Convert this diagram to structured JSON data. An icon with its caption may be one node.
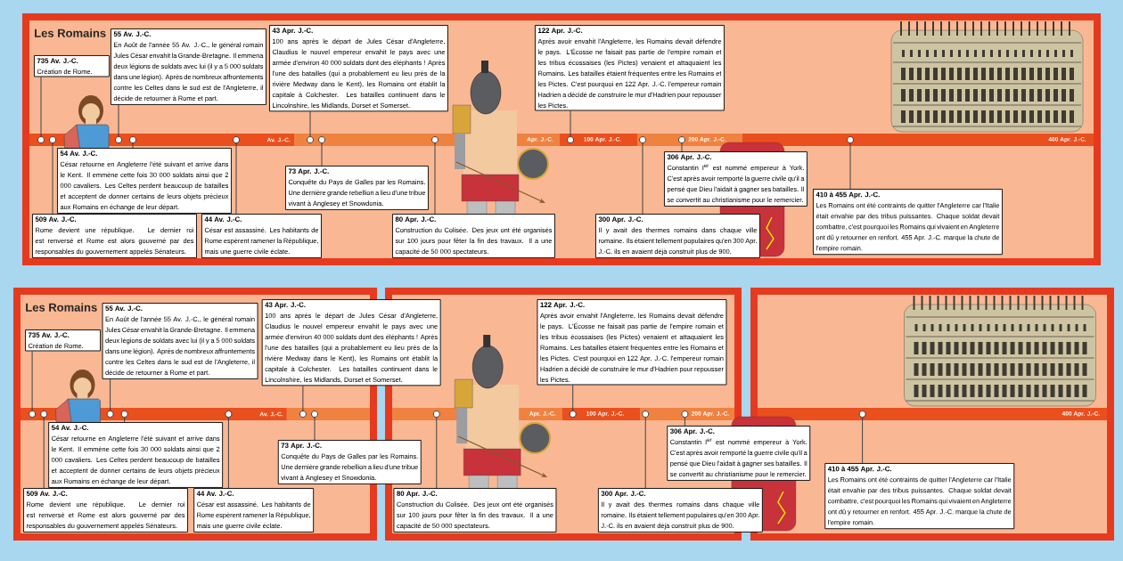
{
  "diagram": {
    "nodes": [
      {
        "text": [
          "735 Av. J.-C.",
          "Création de Rome."
        ]
      },
      {
        "text": [
          "55 Av. J.-C.",
          "En Août de l'année 55 Av. J.-C., le général romain Jules César envahit la Grande-Bretagne. Il emmena deux légions de soldats avec lui (il y a 5 000 soldats dans une légion). Après de nombreux affrontements contre les Celtes dans le sud est de l'Angleterre, il décide de retourner à Rome et part."
        ]
      },
      {
        "text": [
          "54 Av. J.-C.",
          "César retourne en Angleterre l'été suivant et arrive dans le Kent. Il emmène cette fois 30 000 soldats ainsi que 2 000 cavaliers. Les Celtes perdent beaucoup de batailles et acceptent de donner certains de leurs objets précieux aux Romains en échange de leur départ."
        ]
      },
      {
        "text": [
          "509 Av. J.-C.",
          "Rome devient une république. Le dernier roi est renversé et Rome est alors gouverné par des responsables du gouvernement appelés Sénateurs."
        ]
      },
      {
        "text": [
          "44 Av. J.-C.",
          "César est assassiné. Les habitants de Rome espèrent ramener la République, mais une guerre civile éclate."
        ]
      },
      {
        "text": [
          "43 Apr. J.-C.",
          "100 ans après le départ de Jules César d'Angleterre, Claudius le nouvel empereur envahit le pays avec une armée d'environ 40 000 soldats dont des éléphants ! Après l'une des batailles (qui a probablement eu lieu près de la rivière Medway dans le Kent), les Romains ont établit la capitale à Colchester. Les batailles continuent dans le Lincolnshire, les Midlands, Dorset et Somerset."
        ]
      },
      {
        "text": [
          "73 Apr. J.-C.",
          "Conquête du Pays de Galles par les Romains. Une dernière grande rebellion a lieu d'une tribue vivant à Anglesey et Snowdonia."
        ]
      },
      {
        "text": [
          "80 Apr. J.-C.",
          "Construction du Colisée. Des jeux ont été organisés sur 100 jours pour fêter la fin des travaux. Il a une capacité de 50 000 spectateurs."
        ]
      },
      {
        "text": [
          "122 Apr. J.-C.",
          "Après avoir envahit l'Angleterre, les Romains devait défendre le pays. L'Écosse ne faisait pas partie de l'empire romain et les tribus écossaises (les Pictes) venaient et attaquaient les Romains. Les batailles étaient fréquentes entre les Romains et les Pictes. C'est pourquoi en 122 Apr. J.-C. l'empereur romain Hadrien a décidé de construire le mur d'Hadrien pour repousser les Pictes."
        ]
      },
      {
        "text": [
          "306 Apr. J.-C.",
          "Constantin I$^{er}$ est nommé empereur à York. C'est après avoir remporté la guerre civile qu'il a pensé que Dieu l'aidait à gagner ses batailles. Il se convertit au christianisme pour le remercier."
        ]
      },
      {
        "text": [
          "300 Apr. J.-C.",
          "Il y avait des thermes romains dans chaque ville romaine. Ils étaient tellement populaires qu'en 300 Apr. J.-C. ils en avaient déjà construit plus de 900."
        ]
      },
      {
        "text": [
          "410 à 455 Apr. J.-C.",
          "Les Romains ont été contraints de quitter l'Angleterre car l'Italie était envahie par des tribus puissantes. Chaque soldat devait combattre, c'est pourquoi les Romains qui vivaient en Angleterre ont dû y retourner en renfort. 455 Apr. J.-C. marque la chute de l'empire romain."
        ]
      },
      {
        "text": [],
        "shape": "circle"
      },
      {
        "text": [],
        "shape": "circle"
      },
      {
        "text": [],
        "shape": "circle"
      },
      {
        "text": [],
        "shape": "circle"
      },
      {
        "text": [],
        "shape": "circle"
      },
      {
        "text": [],
        "shape": "circle"
      },
      {
        "text": [],
        "shape": "circle"
      },
      {
        "text": [],
        "shape": "circle"
      },
      {
        "text": [],
        "shape": "circle"
      },
      {
        "text": [],
        "shape": "circle"
      },
      {
        "text": [],
        "shape": "circle"
      },
      {
        "text": [],
        "shape": "circle"
      },
      {
        "text": [
          "735 Av. J.-C.",
          "Création de Rome."
        ]
      },
      {
        "text": [
          "55 Av. J.-C.",
          "En Août de l'année 55 Av. J.-C., le général romain Jules César envahit la Grande-Bretagne. Il emmena deux légions de soldats avec lui (il y a 5 000 soldats dans une légion). Après de nombreux affrontements contre les Celtes dans le sud est de l'Angleterre, il décide de retourner à Rome et part."
        ]
      },
      {
        "text": [
          "54 Av. J.-C.",
          "César retourne en Angleterre l'été suivant et arrive dans le Kent. Il emmène cette fois 30 000 soldats ainsi que 2 000 cavaliers. Les Celtes perdent beaucoup de batailles et acceptent de donner certains de leurs objets précieux aux Romains en échange de leur départ."
        ]
      },
      {
        "text": [
          "509 Av. J.-C.",
          "Rome devient une république. Le dernier roi est renversé et Rome est alors gouverné par des responsables du gouvernement appelés Sénateurs."
        ]
      },
      {
        "text": [
          "44 Av. J.-C.",
          "César est assassiné. Les habitants de Rome espèrent ramener la République, mais une guerre civile éclate."
        ]
      },
      {
        "text": [
          "43 Apr. J.-C.",
          "100 ans après le départ de Jules César d'Angleterre, Claudius le nouvel empereur envahit le pays avec une armée d'environ 40 000 soldats dont des éléphants ! Après l'une des batailles (qui a probablement eu lieu près de la rivière Medway dans le Kent), les Romains ont établit la capitale à Colchester. Les batailles continuent dans le Lincolnshire, les Midlands, Dorset et Somerset."
        ]
      },
      {
        "text": [
          "73 Apr. J.-C.",
          "Conquête du Pays de Galles par les Romains. Une dernière grande rebellion a lieu d'une tribue vivant à Anglesey et Snowdonia."
        ]
      },
      {
        "text": [
          "80 Apr. J.-C.",
          "Construction du Colisée. Des jeux ont été organisés sur 100 jours pour fêter la fin des travaux. Il a une capacité de 50 000 spectateurs."
        ]
      },
      {
        "text": [
          "122 Apr. J.-C.",
          "Après avoir envahit l'Angleterre, les Romains devait défendre le pays. L'Écosse ne faisait pas partie de l'empire romain et les tribus écossaises (les Pictes) venaient et attaquaient les Romains. Les batailles étaient fréquentes entre les Romains et les Pictes. C'est pourquoi en 122 Apr. J.-C. l'empereur romain Hadrien a décidé de construire le mur d'Hadrien pour repousser les Pictes."
        ]
      },
      {
        "text": [
          "306 Apr. J.-C.",
          "Constantin I$^{er}$ est nommé empereur à York. C'est après avoir remporté la guerre civile qu'il a pensé que Dieu l'aidait à gagner ses batailles. Il se convertit au christianisme pour le remercier."
        ]
      },
      {
        "text": [
          "300 Apr. J.-C.",
          "Il y avait des thermes romains dans chaque ville romaine. Ils étaient tellement populaires qu'en 300 Apr. J.-C. ils en avaient déjà construit plus de 900."
        ]
      },
      {
        "text": [
          "410 à 455 Apr. J.-C.",
          "Les Romains ont été contraints de quitter l'Angleterre car l'Italie était envahie par des tribus puissantes. Chaque soldat devait combattre, c'est pourquoi les Romains qui vivaient en Angleterre ont dû y retourner en renfort. 455 Apr. J.-C. marque la chute de l'empire romain."
        ]
      },
      {
        "text": [],
        "shape": "circle"
      },
      {
        "text": [],
        "shape": "circle"
      },
      {
        "text": [],
        "shape": "circle"
      },
      {
        "text": [],
        "shape": "circle"
      },
      {
        "text": [],
        "shape": "circle"
      },
      {
        "text": [],
        "shape": "circle"
      },
      {
        "text": [],
        "shape": "circle"
      },
      {
        "text": [],
        "shape": "circle"
      },
      {
        "text": [],
        "shape": "circle"
      },
      {
        "text": [],
        "shape": "circle"
      },
      {
        "text": [],
        "shape": "circle"
      },
      {
        "text": [],
        "shape": "circle"
      }
    ],
    "edges": [
      {
        "from": 0,
        "to": 12,
        "arrow": "none"
      },
      {
        "from": 1,
        "to": 14,
        "arrow": "none"
      },
      {
        "from": 2,
        "to": 15,
        "arrow": "none"
      },
      {
        "from": 3,
        "to": 13,
        "arrow": "none"
      },
      {
        "from": 4,
        "to": 16,
        "arrow": "none"
      },
      {
        "from": 5,
        "to": 17,
        "arrow": "none"
      },
      {
        "from": 6,
        "to": 18,
        "arrow": "none"
      },
      {
        "from": 7,
        "to": 19,
        "arrow": "none"
      },
      {
        "from": 8,
        "to": 20,
        "arrow": "none"
      },
      {
        "from": 9,
        "to": 22,
        "arrow": "none"
      },
      {
        "from": 10,
        "to": 21,
        "arrow": "none"
      },
      {
        "from": 11,
        "to": 23,
        "arrow": "none"
      },
      {
        "from": 24,
        "to": 36,
        "arrow": "none"
      },
      {
        "from": 25,
        "to": 38,
        "arrow": "none"
      },
      {
        "from": 26,
        "to": 39,
        "arrow": "none"
      },
      {
        "from": 27,
        "to": 37,
        "arrow": "none"
      },
      {
        "from": 28,
        "to": 40,
        "arrow": "none"
      },
      {
        "from": 29,
        "to": 41,
        "arrow": "none"
      },
      {
        "from": 30,
        "to": 42,
        "arrow": "none"
      },
      {
        "from": 31,
        "to": 43,
        "arrow": "none"
      },
      {
        "from": 32,
        "to": 44,
        "arrow": "none"
      },
      {
        "from": 33,
        "to": 46,
        "arrow": "none"
      },
      {
        "from": 34,
        "to": 45,
        "arrow": "none"
      },
      {
        "from": 35,
        "to": 47,
        "arrow": "none"
      }
    ],
    "labels": [
      "Les Romains",
      "Av. J.-C.",
      "Apr. J.-C.",
      "100 Apr. J.-C.",
      "200 Apr. J.-C.",
      "400 Apr. J.-C.",
      "Les Romains",
      "Av. J.-C.",
      "Apr. J.-C.",
      "100 Apr. J.-C.",
      "200 Apr. J.-C.",
      "400 Apr. J.-C."
    ]
  }
}
